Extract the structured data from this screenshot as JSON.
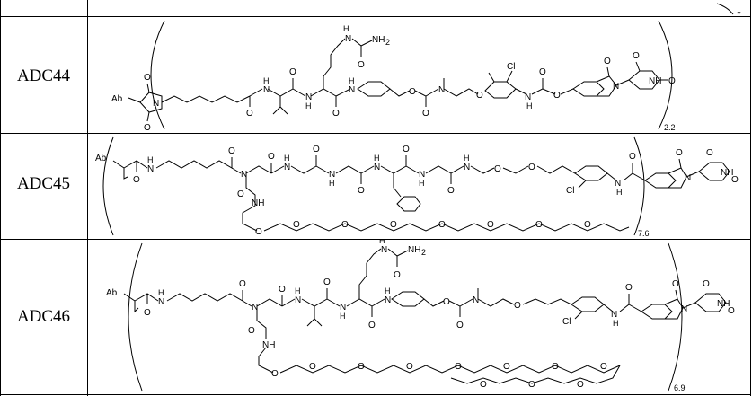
{
  "rows": [
    {
      "id": "ADC44",
      "dar": "2.2",
      "atoms": {
        "ab": "Ab",
        "n_maleimide": "N",
        "nh_val": "H",
        "n_val": "N",
        "nh_cit": "H",
        "n_cit": "N",
        "urea_h": "H",
        "urea_n": "N",
        "nh2": "NH",
        "nh2_sub": "2",
        "pab_nh": "H",
        "pab_n": "N",
        "carb_o": "O",
        "carb_n": "N",
        "ether_o": "O",
        "cl": "Cl",
        "carb2_n": "N",
        "carb2_h": "H",
        "carb2_o": "O",
        "iso_n": "N",
        "iso_o": "O",
        "glut_o1": "O",
        "glut_nh": "NH",
        "glut_o2": "O",
        "o1": "O",
        "o2": "O",
        "o3": "O",
        "o4": "O",
        "o5": "O"
      }
    },
    {
      "id": "ADC45",
      "dar": "7.6",
      "atoms": {
        "ab": "Ab",
        "n1": "N",
        "h1": "H",
        "n2": "N",
        "nh1": "N",
        "hh1": "H",
        "nh2": "N",
        "hh2": "H",
        "nh3": "N",
        "hh3": "H",
        "nh4": "N",
        "hh4": "H",
        "nh5": "N",
        "hh5": "H",
        "o_a": "O",
        "o_b": "O",
        "cl": "Cl",
        "anh": "N",
        "ah": "H",
        "iso_n": "N",
        "iso_o": "O",
        "glut_o1": "O",
        "glut_nh": "NH",
        "glut_o2": "O",
        "peg_nh": "NH",
        "peg_o": "O",
        "o_c1": "O",
        "o_c2": "O",
        "o_c3": "O",
        "o_c4": "O",
        "o_c5": "O",
        "o_c6": "O",
        "o_c7": "O"
      }
    },
    {
      "id": "ADC46",
      "dar": "6.9",
      "atoms": {
        "ab": "Ab",
        "n1": "N",
        "h1": "H",
        "n2": "N",
        "nv": "N",
        "hv": "H",
        "nc": "N",
        "hc": "H",
        "urea_h": "H",
        "urea_n": "N",
        "nh2": "NH",
        "nh2_sub": "2",
        "pab_n": "N",
        "pab_h": "H",
        "carb_o": "O",
        "carb_n": "N",
        "o_a": "O",
        "cl": "Cl",
        "anh": "N",
        "ah": "H",
        "iso_n": "N",
        "iso_o": "O",
        "glut_o1": "O",
        "glut_nh": "NH",
        "glut_o2": "O",
        "peg_nh": "NH",
        "peg_o": "O",
        "o_c1": "O",
        "o_c2": "O",
        "o_c3": "O",
        "o_c4": "O",
        "o_c5": "O"
      }
    }
  ]
}
